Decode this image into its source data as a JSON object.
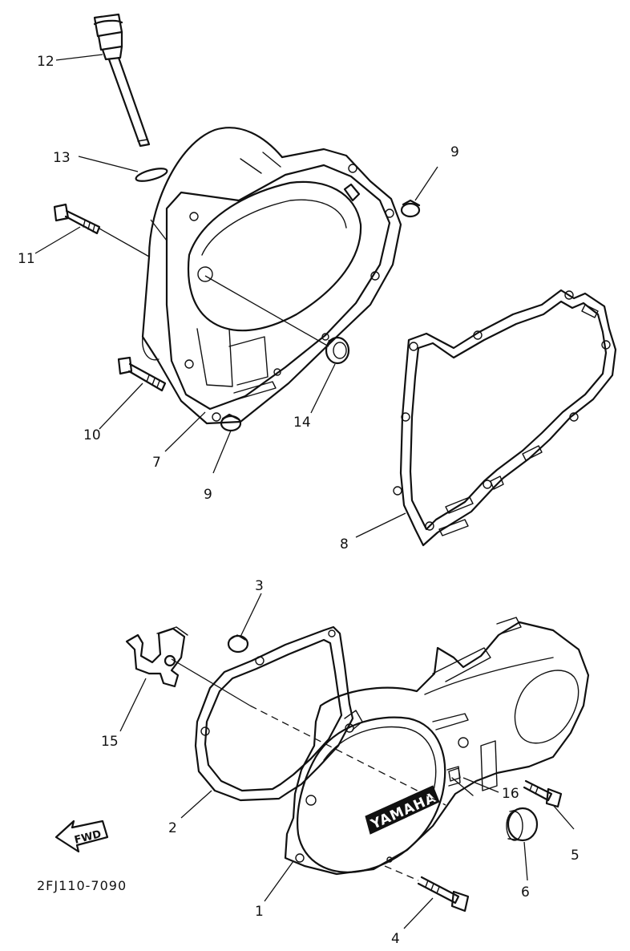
{
  "diagram_code": "2FJ110-7090",
  "direction_label": "FWD",
  "brand_text": "YAMAHA",
  "callouts": {
    "c1": "1",
    "c2": "2",
    "c3": "3",
    "c4": "4",
    "c5": "5",
    "c6": "6",
    "c7": "7",
    "c8": "8",
    "c9a": "9",
    "c9b": "9",
    "c10": "10",
    "c11": "11",
    "c12": "12",
    "c13": "13",
    "c14": "14",
    "c15": "15",
    "c16": "16"
  }
}
